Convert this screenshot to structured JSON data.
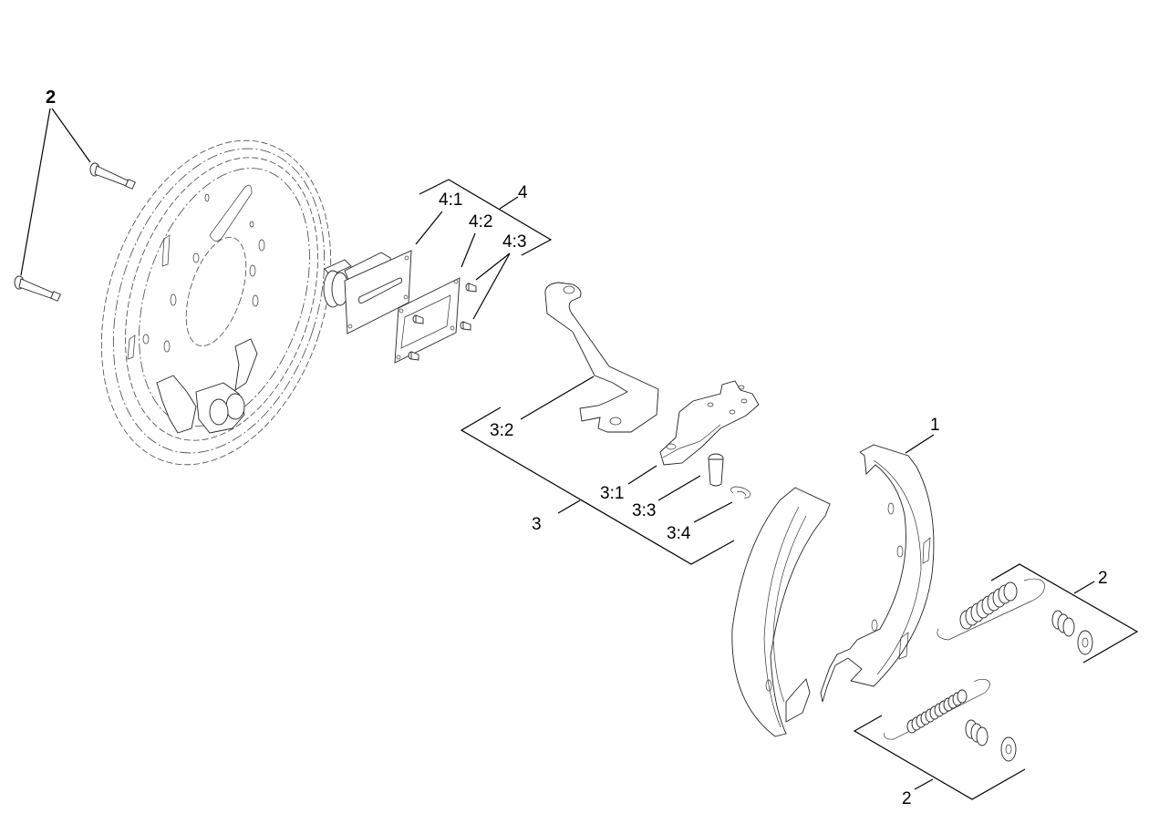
{
  "diagram": {
    "type": "exploded-parts-view",
    "subject": "drum brake assembly",
    "background": "#ffffff",
    "line_color": "#000000"
  },
  "callouts": {
    "item_1": {
      "label": "1",
      "part": "brake-shoe"
    },
    "item_2_bolts": {
      "label": "2",
      "part": "mounting-bolts"
    },
    "item_2_upper_springs": {
      "label": "2",
      "part": "spring-kit-upper"
    },
    "item_2_lower_springs": {
      "label": "2",
      "part": "spring-kit-lower"
    },
    "item_3": {
      "label": "3",
      "part": "lever-assembly"
    },
    "item_3_1": {
      "label": "3:1",
      "part": "lever-bracket"
    },
    "item_3_2": {
      "label": "3:2",
      "part": "parking-lever"
    },
    "item_3_3": {
      "label": "3:3",
      "part": "pin"
    },
    "item_3_4": {
      "label": "3:4",
      "part": "e-clip"
    },
    "item_4": {
      "label": "4",
      "part": "adjuster-assembly"
    },
    "item_4_1": {
      "label": "4:1",
      "part": "adjuster-housing"
    },
    "item_4_2": {
      "label": "4:2",
      "part": "gasket-plate"
    },
    "item_4_3": {
      "label": "4:3",
      "part": "screws"
    }
  }
}
